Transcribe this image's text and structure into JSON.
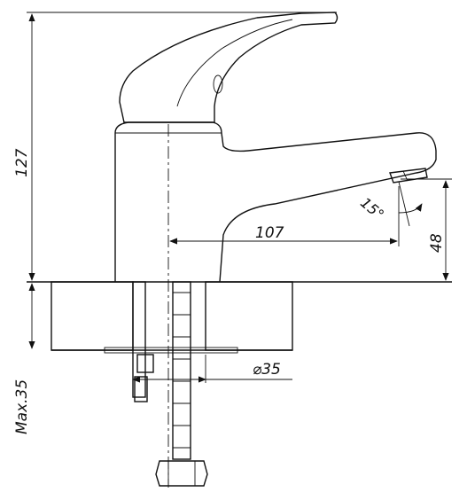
{
  "drawing": {
    "dimensions": {
      "height_total": "127",
      "reach": "107",
      "spout_height": "48",
      "spout_angle": "15°",
      "hole_diameter": "⌀35",
      "max_counter": "Max.35"
    }
  }
}
